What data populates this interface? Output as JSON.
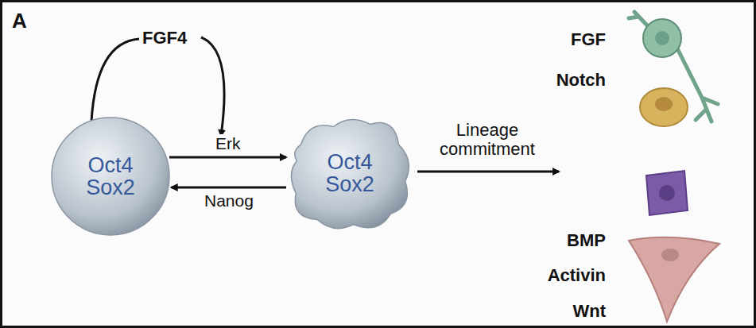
{
  "diagram": {
    "nodes": [
      {
        "text": [
          "Oct4 Sox2"
        ]
      },
      {
        "text": [
          "Oct4 Sox2"
        ]
      }
    ],
    "edges": [
      {
        "from": 0,
        "to": 1,
        "arrow": "to",
        "label": "Erk"
      },
      {
        "from": 1,
        "to": 0,
        "arrow": "to",
        "label": "Nanog"
      }
    ],
    "labels": [
      "A",
      "FGF4",
      "Lineage commitment",
      "FGF",
      "Notch",
      "BMP",
      "Activin",
      "Wnt"
    ]
  }
}
